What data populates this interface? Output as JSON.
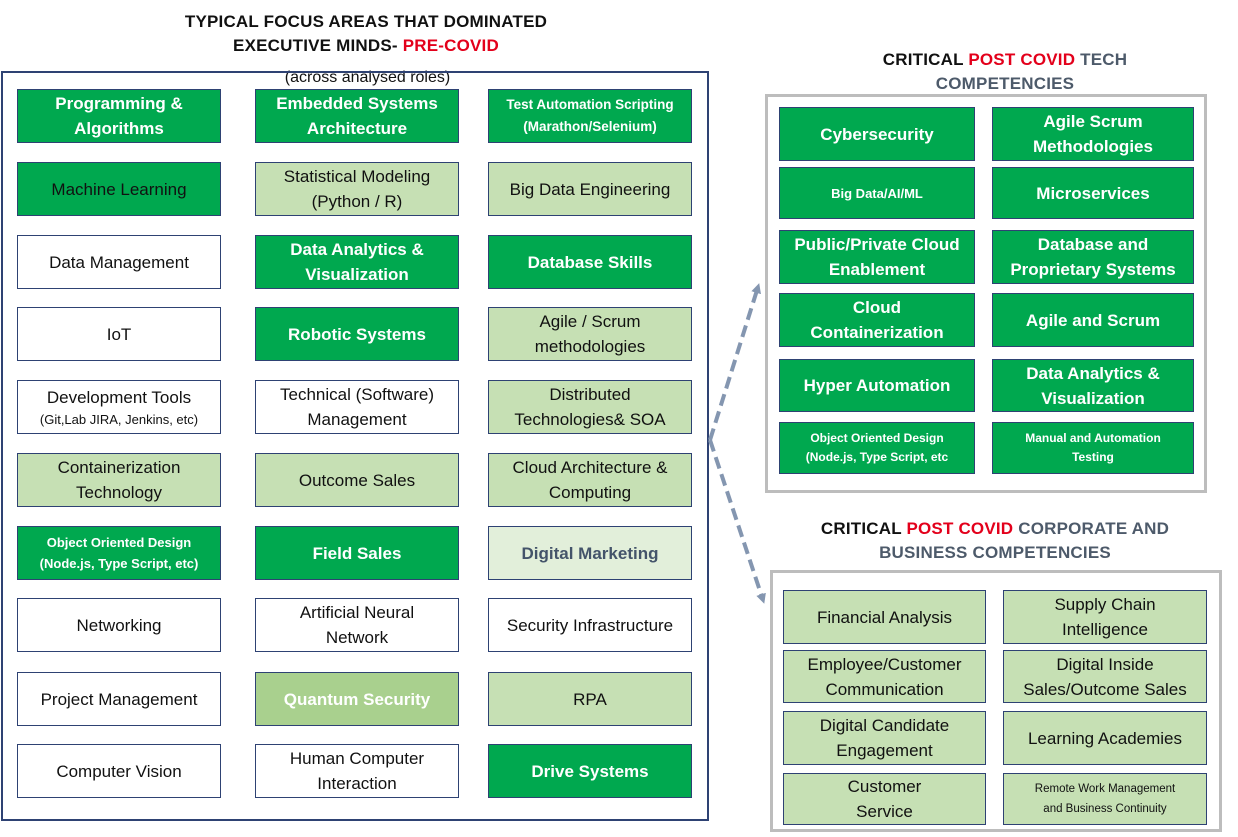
{
  "left": {
    "title_line1": "TYPICAL FOCUS AREAS THAT DOMINATED",
    "title_line2_prefix": "EXECUTIVE MINDS- ",
    "title_line2_highlight": "PRE-COVID",
    "subtitle": "(across analysed roles)",
    "rows": [
      [
        {
          "lines": [
            "Programming &",
            "Algorithms"
          ],
          "style": "dk"
        },
        {
          "lines": [
            "Embedded Systems",
            "Architecture"
          ],
          "style": "dk"
        },
        {
          "lines": [
            "Test Automation Scripting",
            "(Marathon/Selenium)"
          ],
          "style": "dk sm"
        }
      ],
      [
        {
          "lines": [
            "Machine Learning"
          ],
          "style": "dk-plain"
        },
        {
          "lines": [
            "Statistical Modeling",
            "(Python / R)"
          ],
          "style": "lt"
        },
        {
          "lines": [
            "Big Data Engineering"
          ],
          "style": "lt"
        }
      ],
      [
        {
          "lines": [
            "Data Management"
          ],
          "style": "wh"
        },
        {
          "lines": [
            "Data Analytics &",
            "Visualization"
          ],
          "style": "dk"
        },
        {
          "lines": [
            "Database Skills"
          ],
          "style": "dk"
        }
      ],
      [
        {
          "lines": [
            "IoT"
          ],
          "style": "wh"
        },
        {
          "lines": [
            "Robotic Systems"
          ],
          "style": "dk"
        },
        {
          "lines": [
            "Agile / Scrum",
            "methodologies"
          ],
          "style": "lt"
        }
      ],
      [
        {
          "lines": [
            "Development Tools",
            "(Git,Lab JIRA,  Jenkins, etc)"
          ],
          "style": "wh",
          "second_small": true
        },
        {
          "lines": [
            "Technical (Software)",
            "Management"
          ],
          "style": "wh"
        },
        {
          "lines": [
            "Distributed",
            "Technologies& SOA"
          ],
          "style": "lt"
        }
      ],
      [
        {
          "lines": [
            "Containerization",
            "Technology"
          ],
          "style": "lt"
        },
        {
          "lines": [
            "Outcome Sales"
          ],
          "style": "lt"
        },
        {
          "lines": [
            "Cloud Architecture &",
            "Computing"
          ],
          "style": "lt"
        }
      ],
      [
        {
          "lines": [
            "Object Oriented Design",
            "(Node.js, Type Script, etc)"
          ],
          "style": "dk xs"
        },
        {
          "lines": [
            "Field Sales"
          ],
          "style": "dk"
        },
        {
          "lines": [
            "Digital Marketing"
          ],
          "style": "pale"
        }
      ],
      [
        {
          "lines": [
            "Networking"
          ],
          "style": "wh"
        },
        {
          "lines": [
            "Artificial Neural",
            "Network"
          ],
          "style": "wh"
        },
        {
          "lines": [
            "Security Infrastructure"
          ],
          "style": "wh"
        }
      ],
      [
        {
          "lines": [
            "Project Management"
          ],
          "style": "wh"
        },
        {
          "lines": [
            "Quantum Security"
          ],
          "style": "lt-w"
        },
        {
          "lines": [
            "RPA"
          ],
          "style": "lt"
        }
      ],
      [
        {
          "lines": [
            "Computer Vision"
          ],
          "style": "wh"
        },
        {
          "lines": [
            "Human Computer",
            "Interaction"
          ],
          "style": "wh"
        },
        {
          "lines": [
            "Drive Systems"
          ],
          "style": "dk"
        }
      ]
    ]
  },
  "tech": {
    "title_prefix": "CRITICAL ",
    "title_highlight": "POST COVID",
    "title_suffix": " TECH",
    "title_line2": "COMPETENCIES",
    "rows": [
      [
        {
          "lines": [
            "Cybersecurity"
          ],
          "style": "dk"
        },
        {
          "lines": [
            "Agile Scrum",
            "Methodologies"
          ],
          "style": "dk"
        }
      ],
      [
        {
          "lines": [
            "Big Data/AI/ML"
          ],
          "style": "dk xs"
        },
        {
          "lines": [
            "Microservices"
          ],
          "style": "dk"
        }
      ],
      [
        {
          "lines": [
            "Public/Private Cloud",
            "Enablement"
          ],
          "style": "dk"
        },
        {
          "lines": [
            "Database and",
            "Proprietary Systems"
          ],
          "style": "dk"
        }
      ],
      [
        {
          "lines": [
            "Cloud",
            "Containerization"
          ],
          "style": "dk"
        },
        {
          "lines": [
            "Agile and Scrum"
          ],
          "style": "dk"
        }
      ],
      [
        {
          "lines": [
            "Hyper Automation"
          ],
          "style": "dk"
        },
        {
          "lines": [
            "Data Analytics &",
            "Visualization"
          ],
          "style": "dk"
        }
      ],
      [
        {
          "lines": [
            "Object Oriented Design",
            "(Node.js, Type Script, etc"
          ],
          "style": "dk xxs"
        },
        {
          "lines": [
            "Manual and Automation",
            "Testing"
          ],
          "style": "dk xxs"
        }
      ]
    ]
  },
  "business": {
    "title_prefix": "CRITICAL ",
    "title_highlight": "POST COVID",
    "title_suffix": " CORPORATE AND",
    "title_line2": "BUSINESS COMPETENCIES",
    "rows": [
      [
        {
          "lines": [
            "Financial Analysis"
          ],
          "style": "lt"
        },
        {
          "lines": [
            "Supply Chain",
            "Intelligence"
          ],
          "style": "lt"
        }
      ],
      [
        {
          "lines": [
            "Employee/Customer",
            "Communication"
          ],
          "style": "lt"
        },
        {
          "lines": [
            "Digital Inside",
            "Sales/Outcome Sales"
          ],
          "style": "lt"
        }
      ],
      [
        {
          "lines": [
            "Digital Candidate",
            "Engagement"
          ],
          "style": "lt"
        },
        {
          "lines": [
            "Learning Academies"
          ],
          "style": "lt"
        }
      ],
      [
        {
          "lines": [
            "Customer",
            "Service"
          ],
          "style": "lt"
        },
        {
          "lines": [
            "Remote Work Management",
            "and Business Continuity"
          ],
          "style": "lt tiny"
        }
      ]
    ]
  },
  "colors": {
    "dark_green": "#00a84f",
    "light_green": "#c6e0b4",
    "frame_navy": "#2e4273",
    "frame_grey": "#bdbdbd",
    "highlight_red": "#e3001b",
    "arrow": "#8496b0"
  }
}
